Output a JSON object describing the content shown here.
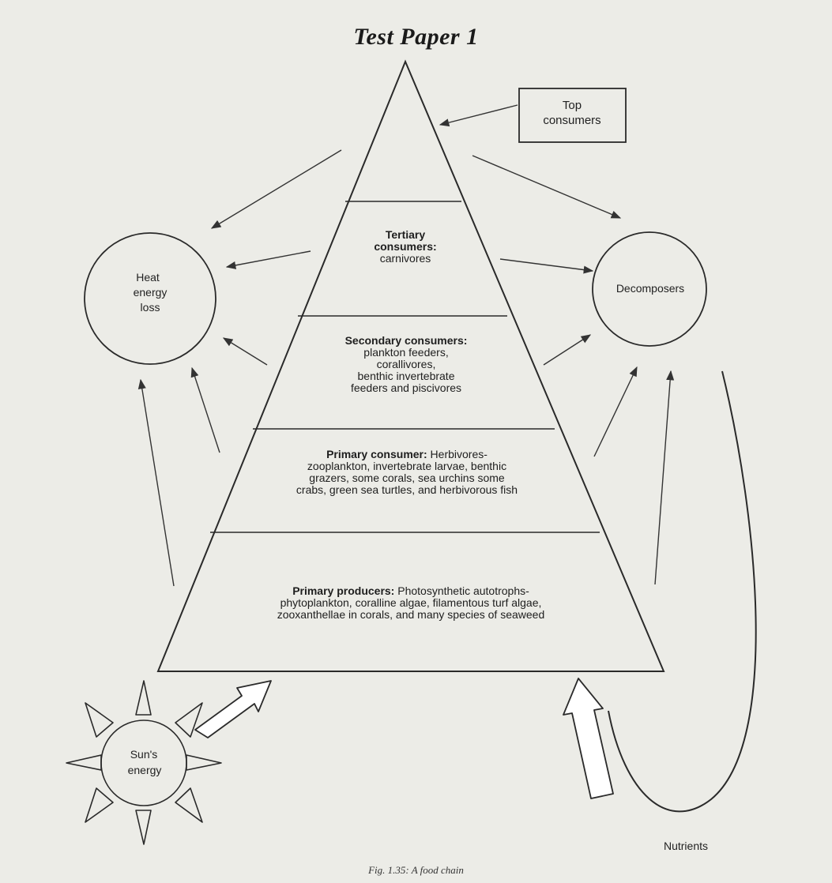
{
  "title": "Test Paper 1",
  "caption": "Fig. 1.35: A food chain",
  "boxes": {
    "top_consumers_line1": "Top",
    "top_consumers_line2": "consumers"
  },
  "circles": {
    "heat_line1": "Heat",
    "heat_line2": "energy",
    "heat_line3": "loss",
    "decomposers": "Decomposers",
    "sun_line1": "Sun's",
    "sun_line2": "energy"
  },
  "nutrients": "Nutrients",
  "levels": [
    {
      "head_line1": "Tertiary",
      "head_line2": "consumers:",
      "body": "carnivores"
    },
    {
      "head": "Secondary consumers:",
      "body_line1": "plankton feeders,",
      "body_line2": "corallivores,",
      "body_line3": "benthic invertebrate",
      "body_line4": "feeders and piscivores"
    },
    {
      "head": "Primary consumer:",
      "line1_rest": " Herbivores-",
      "line2": "zooplankton, invertebrate larvae, benthic",
      "line3": "grazers, some corals, sea urchins some",
      "line4": "crabs, green sea turtles, and herbivorous fish"
    },
    {
      "head": "Primary producers:",
      "line1_rest": " Photosynthetic autotrophs-",
      "line2": "phytoplankton, coralline algae, filamentous turf algae,",
      "line3": "zooxanthellae in corals, and many species of seaweed"
    }
  ]
}
